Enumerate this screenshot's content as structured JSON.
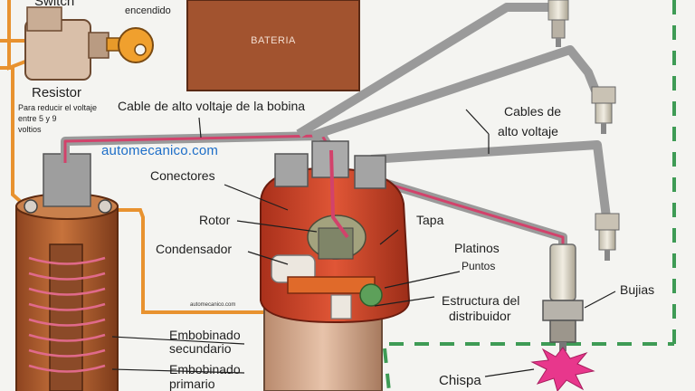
{
  "labels": {
    "switch_title": "Switch",
    "switch_note": "encendido",
    "battery": "BATERIA",
    "resistor": "Resistor",
    "resistor_note_1": "Para reducir el voltaje",
    "resistor_note_2": "entre 5 y 9",
    "resistor_note_3": "voltios",
    "coil_cable": "Cable de alto voltaje de la bobina",
    "watermark": "automecanico.com",
    "watermark_small": "automecanico.com",
    "hv_cables_1": "Cables de",
    "hv_cables_2": "alto voltaje",
    "connectors": "Conectores",
    "rotor": "Rotor",
    "cap": "Tapa",
    "condenser": "Condensador",
    "points_1": "Platinos",
    "points_2": "Puntos",
    "distributor_1": "Estructura del",
    "distributor_2": "distribuidor",
    "spark_plugs": "Bujias",
    "secondary_1": "Embobinado",
    "secondary_2": "secundario",
    "primary_1": "Embobinado",
    "primary_2": "primario",
    "spark": "Chispa"
  },
  "colors": {
    "primary_wire": "#e8922f",
    "hv_cable": "#9a9a9a",
    "hv_cable_red": "#d2426b",
    "battery": "#a2532f",
    "coil": "#b0602e",
    "distributor_cap": "#d0452a",
    "ground_dash": "#3e9b55",
    "spark": "#e8378c"
  }
}
